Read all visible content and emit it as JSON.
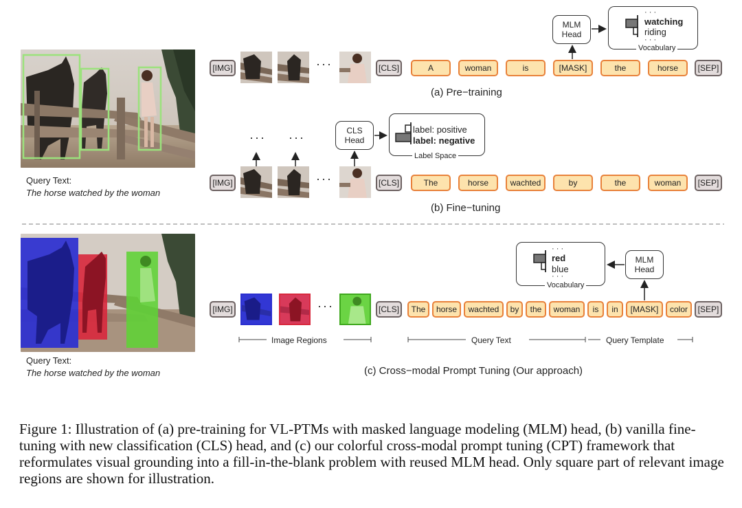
{
  "panels": {
    "pretraining": {
      "caption": "(a) Pre−training",
      "tokens": [
        "[IMG]",
        "[CLS]",
        "A",
        "woman",
        "is",
        "[MASK]",
        "the",
        "horse",
        "[SEP]"
      ],
      "head_label": "MLM\nHead",
      "vocab": {
        "top_dots": "· · ·",
        "word1": "watching",
        "word2": "riding",
        "bottom_dots": "· · ·",
        "label": "Vocabulary"
      }
    },
    "finetuning": {
      "caption": "(b) Fine−tuning",
      "tokens": [
        "[IMG]",
        "[CLS]",
        "The",
        "horse",
        "wachted",
        "by",
        "the",
        "woman",
        "[SEP]"
      ],
      "head_label": "CLS\nHead",
      "labels": {
        "item1": "label: positive",
        "item2": "label: negative",
        "label": "Label Space"
      }
    },
    "cpt": {
      "caption": "(c) Cross−modal Prompt Tuning (Our approach)",
      "tokens": [
        "[IMG]",
        "[CLS]",
        "The",
        "horse",
        "wachted",
        "by",
        "the",
        "woman",
        "is",
        "in",
        "[MASK]",
        "color",
        "[SEP]"
      ],
      "head_label": "MLM\nHead",
      "vocab": {
        "top_dots": "· · ·",
        "word1": "red",
        "word2": "blue",
        "bottom_dots": "· · ·",
        "label": "Vocabulary"
      },
      "section_labels": {
        "regions": "Image Regions",
        "query_text": "Query Text",
        "query_template": "Query Template"
      }
    }
  },
  "query_top": {
    "label": "Query Text:",
    "text": "The horse watched by the woman"
  },
  "query_bottom": {
    "label": "Query Text:",
    "text": "The horse watched by the woman"
  },
  "ellipsis": "···",
  "figure_caption": "Figure 1: Illustration of (a) pre-training for VL-PTMs with masked language modeling (MLM) head, (b) vanilla fine-tuning with new classification (CLS) head, and (c) our colorful cross-modal prompt tuning (CPT) framework that reformulates visual grounding into a fill-in-the-blank problem with reused MLM head. Only square part of relevant image regions are shown for illustration.",
  "colors": {
    "token_fill": "#fde3ad",
    "token_border": "#e8813a",
    "special_fill": "#e3dcdc",
    "special_border": "#6d6262",
    "blue": "#2b2fd0",
    "red": "#d8283d",
    "green": "#5fd336",
    "box_green": "#9be27c"
  }
}
